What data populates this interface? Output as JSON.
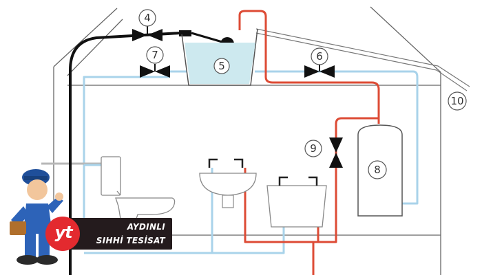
{
  "diagram": {
    "components": [
      {
        "id": "valve-4",
        "label": "4"
      },
      {
        "id": "tank-5",
        "label": "5"
      },
      {
        "id": "valve-6",
        "label": "6"
      },
      {
        "id": "valve-7",
        "label": "7"
      },
      {
        "id": "heater-8",
        "label": "8"
      },
      {
        "id": "valve-9",
        "label": "9"
      },
      {
        "id": "vent-10",
        "label": "10"
      }
    ],
    "colors": {
      "cold_pipe": "#a9d3ea",
      "hot_pipe": "#dd4b35",
      "supply_pipe": "#111111",
      "outline": "#555555",
      "tank_water": "#cde9ef"
    }
  },
  "watermark": {
    "logo_text": "yt",
    "line1": "AYDINLI",
    "line2": "SIHHİ TESİSAT"
  }
}
